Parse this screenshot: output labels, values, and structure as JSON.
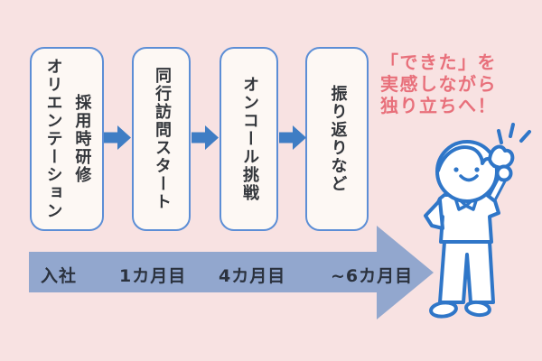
{
  "steps": [
    {
      "lines": [
        "採用時研修",
        "オリエンテーション"
      ]
    },
    {
      "lines": [
        "同行訪問スタート"
      ]
    },
    {
      "lines": [
        "オンコール挑戦"
      ]
    },
    {
      "lines": [
        "振り返りなど"
      ]
    }
  ],
  "timeline": {
    "labels": [
      "入社",
      "1カ月目",
      "4カ月目",
      "~6カ月目"
    ]
  },
  "headline": {
    "lines": [
      "「できた」を",
      "実感しながら",
      "独り立ちへ！"
    ]
  },
  "illustration": {
    "name": "smiling-caregiver-raising-fist"
  },
  "colors": {
    "background": "#f8e2e2",
    "box_fill": "#fdf8f4",
    "box_border": "#5c8ed6",
    "step_arrow": "#3f7dc4",
    "timeline_arrow": "#92a7ce",
    "timeline_text": "#2b323e",
    "box_text": "#33363b",
    "headline_text": "#e8707b",
    "illustration_stroke": "#2f76c8"
  }
}
